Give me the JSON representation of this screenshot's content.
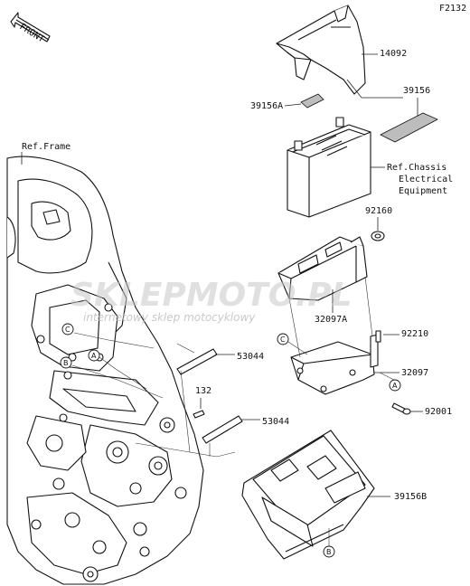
{
  "figure_id": "F2132",
  "front_label": "FRONT",
  "labels": {
    "p14092": "14092",
    "p39156": "39156",
    "p39156a": "39156A",
    "ref_frame": "Ref.Frame",
    "ref_chassis_1": "Ref.Chassis",
    "ref_chassis_2": "Electrical",
    "ref_chassis_3": "Equipment",
    "p92160": "92160",
    "p32097a": "32097A",
    "p92210": "92210",
    "p32097": "32097",
    "p53044_top": "53044",
    "p132": "132",
    "p53044_bottom": "53044",
    "p92001": "92001",
    "p39156b": "39156B"
  },
  "callouts": {
    "a": "A",
    "b": "B",
    "c": "C"
  },
  "watermark": {
    "main": "SKLEPMOTO.PL",
    "sub": "internetowy sklep motocyklowy"
  },
  "colors": {
    "line": "#111111",
    "shade": "#bdbdbd",
    "watermark": "#c8c8c8"
  }
}
